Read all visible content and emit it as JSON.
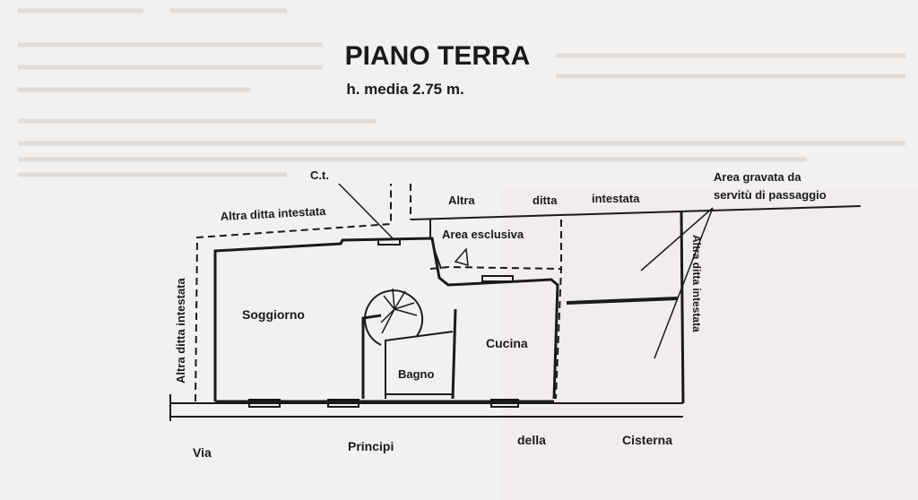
{
  "title": "PIANO TERRA",
  "subtitle": "h. media 2.75 m.",
  "labels": {
    "ct": "C.t.",
    "altra_ditta_top_left": "Altra ditta intestata",
    "altra_top": "Altra",
    "ditta_top": "ditta",
    "intestata_top": "intestata",
    "area_gravata_1": "Area gravata da",
    "area_gravata_2": "servitù di passaggio",
    "area_esclusiva": "Area esclusiva",
    "soggiorno": "Soggiorno",
    "cucina": "Cucina",
    "bagno": "Bagno",
    "altra_ditta_left_vertical": "Altra ditta intestata",
    "altra_ditta_right_vertical": "Altra ditta intestata"
  },
  "street": {
    "via": "Via",
    "principi": "Principi",
    "della": "della",
    "cisterna": "Cisterna"
  },
  "colors": {
    "ink": "#1a1a1a",
    "paper": "#f3f1ef"
  }
}
